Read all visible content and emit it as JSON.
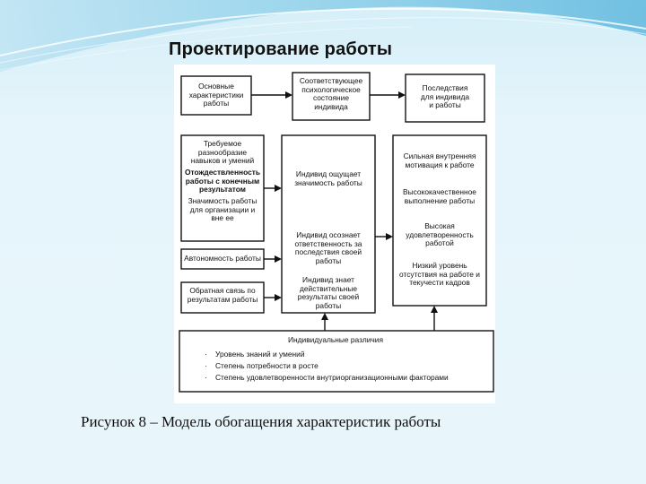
{
  "slide": {
    "title": "Проектирование работы",
    "caption": "Рисунок 8 – Модель обогащения характеристик работы"
  },
  "diagram": {
    "header_row": {
      "left": "Основные\nхарактеристики\nработы",
      "middle": "Соответствующее\nпсихологическое\nсостояние\nиндивида",
      "right": "Последствия\nдля индивида\nи работы"
    },
    "left_column": {
      "item1": "Требуемое\nразнообразие\nнавыков и умений",
      "item2": "Отождествленность\nработы с конечным\nрезультатом",
      "item3": "Значимость работы\nдля организации и\nвне ее",
      "autonomy": "Автономность работы",
      "feedback": "Обратная связь по\nрезультатам работы"
    },
    "middle_column": {
      "state1": "Индивид ощущает\nзначимость работы",
      "state2": "Индивид осознает\nответственность за\nпоследствия своей\nработы",
      "state3": "Индивид знает\nдействительные\nрезультаты своей\nработы"
    },
    "right_column": {
      "outcome1": "Сильная внутренняя\nмотивация к работе",
      "outcome2": "Высококачественное\nвыполнение работы",
      "outcome3": "Высокая\nудовлетворенность\nработой",
      "outcome4": "Низкий уровень\nотсутствия на работе и\nтекучести кадров"
    },
    "differences": {
      "title": "Индивидуальные различия",
      "items": [
        "Уровень знаний и умений",
        "Степень потребности в росте",
        "Степень удовлетворенности внутриорганизационными факторами"
      ]
    }
  }
}
